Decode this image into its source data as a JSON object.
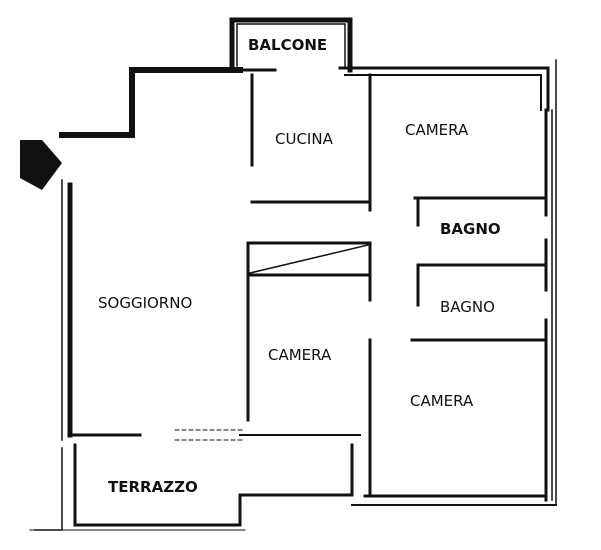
{
  "rooms": {
    "balcone": "BALCONE",
    "cucina": "CUCINA",
    "camera_top": "CAMERA",
    "bagno_1": "BAGNO",
    "bagno_2": "BAGNO",
    "soggiorno": "SOGGIORNO",
    "camera_mid": "CAMERA",
    "camera_right": "CAMERA",
    "terrazzo": "TERRAZZO"
  },
  "icons": {
    "entrance": "entrance-arrow-icon"
  },
  "colors": {
    "wall": "#111111",
    "background": "#ffffff"
  }
}
